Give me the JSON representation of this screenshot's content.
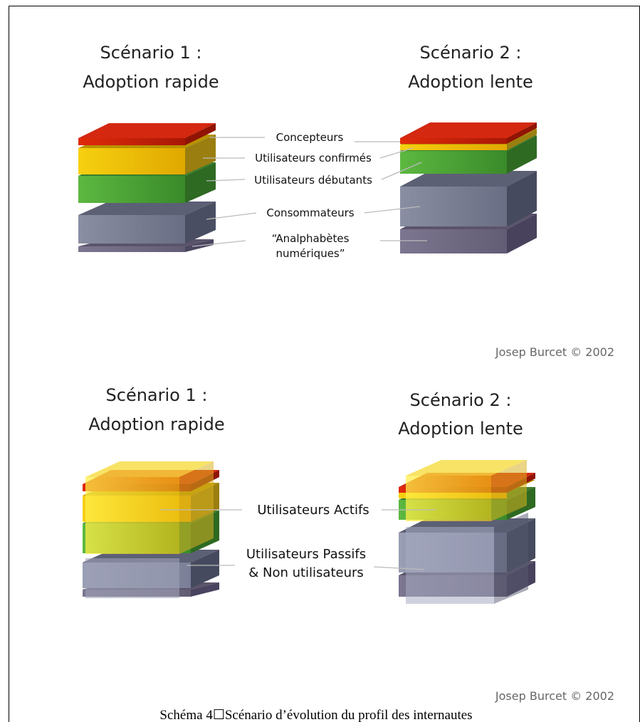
{
  "top": {
    "scenario1": {
      "line1": "Scénario 1 :",
      "line2": "Adoption rapide"
    },
    "scenario2": {
      "line1": "Scénario 2 :",
      "line2": "Adoption lente"
    },
    "labels": {
      "concepteurs": "Concepteurs",
      "confirmes": "Utilisateurs confirmés",
      "debutants": "Utilisateurs débutants",
      "consommateurs": "Consommateurs",
      "analphabetes_1": "“Analphabètes",
      "analphabetes_2": "numériques”"
    },
    "credit": "Josep Burcet   © 2002"
  },
  "bottom": {
    "scenario1": {
      "line1": "Scénario 1 :",
      "line2": "Adoption rapide"
    },
    "scenario2": {
      "line1": "Scénario 2 :",
      "line2": "Adoption lente"
    },
    "labels": {
      "actifs": "Utilisateurs Actifs",
      "passifs_1": "Utilisateurs Passifs",
      "passifs_2": "& Non utilisateurs"
    },
    "credit": "Josep Burcet   © 2002"
  },
  "caption": "Schéma 4☐Scénario d’évolution du profil des internautes",
  "colors": {
    "red": "#c8200a",
    "yellow": "#f0c010",
    "green": "#4ea83a",
    "slate": "#70748a",
    "mauve": "#6c667e"
  }
}
